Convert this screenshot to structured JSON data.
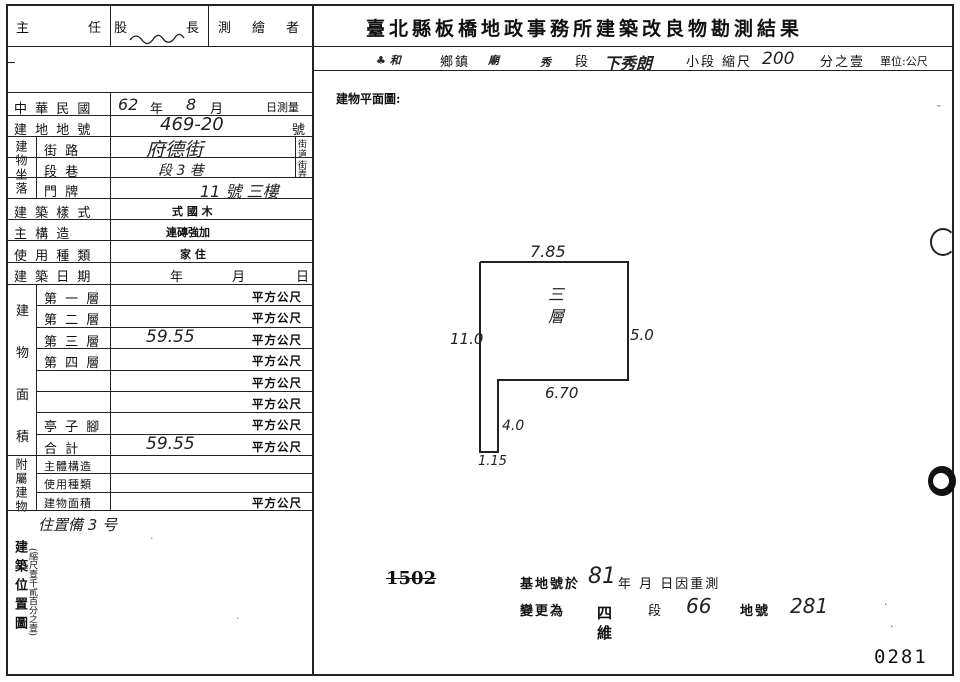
{
  "header": {
    "role_labels": [
      "主",
      "任",
      "股",
      "長",
      "測",
      "繪",
      "者"
    ],
    "supervisor_signature": "",
    "title": "臺北縣板橋地政事務所建築改良物勘測結果",
    "location_township": "鄉鎮",
    "location_section": "段",
    "location_subsection_name": "下秀朗",
    "location_subsection": "小段",
    "scale_label": "縮尺",
    "scale_value": "200",
    "scale_suffix": "分之壹",
    "unit_label": "單位:公尺"
  },
  "form": {
    "survey_date": {
      "label": "中 華 民 國",
      "year": "62",
      "year_label": "年",
      "month": "8",
      "month_label": "月",
      "day_label": "日測量"
    },
    "lot_number": {
      "label": "建 地 地 號",
      "value": "469-20",
      "suffix": "號"
    },
    "location": {
      "group_label": "建物坐落",
      "street": {
        "label": "街  路",
        "value": "府德街",
        "suffix_top": "街",
        "suffix_bottom": "道"
      },
      "lane": {
        "label": "段  巷",
        "value": "段 3 巷",
        "suffix_top": "街",
        "suffix_bottom": "弄"
      },
      "door": {
        "label": "門  牌",
        "value": "11 號 三樓"
      }
    },
    "style": {
      "label": "建 築 樣 式",
      "value": "式 國 木"
    },
    "structure": {
      "label": "主 構 造",
      "value": "連磚強加"
    },
    "usage": {
      "label": "使 用 種 類",
      "value": "家  住"
    },
    "build_date": {
      "label": "建 築 日 期",
      "year": "年",
      "month": "月",
      "day": "日"
    },
    "area": {
      "group_label": "建物面積",
      "unit": "平方公尺",
      "floors": [
        {
          "label": "第 一 層",
          "value": ""
        },
        {
          "label": "第 二 層",
          "value": ""
        },
        {
          "label": "第 三 層",
          "value": "59.55"
        },
        {
          "label": "第 四 層",
          "value": ""
        },
        {
          "label": "",
          "value": ""
        },
        {
          "label": "",
          "value": ""
        },
        {
          "label": "亭 子 腳",
          "value": ""
        },
        {
          "label": "合  計",
          "value": "59.55"
        }
      ]
    },
    "annex": {
      "group_label": "附屬建物",
      "rows": [
        {
          "label": "主體構造",
          "value": "",
          "unit": ""
        },
        {
          "label": "使用種類",
          "value": "",
          "unit": ""
        },
        {
          "label": "建物面積",
          "value": "",
          "unit": "平方公尺"
        }
      ]
    },
    "position_note": "住置備 3 号",
    "position_label": "建築位置圖",
    "position_sublabel": "(縮尺壹千貳百分之壹)"
  },
  "plan": {
    "label": "建物平面圖:",
    "floor_label": "三層",
    "dims": {
      "top": "7.85",
      "right": "5.0",
      "left": "11.0",
      "step": "6.70",
      "lower_right": "4.0",
      "bottom": "1.15"
    }
  },
  "footer": {
    "struck_number": "1502",
    "note1_prefix": "基地號於",
    "note1_year": "81",
    "note1_rest": "年  月  日因重測",
    "note2_prefix": "變更為",
    "note2_section_name": "四",
    "note2_section_label": "段",
    "note2_section_second": "維",
    "note2_lot": "66",
    "note2_lot_label": "地號",
    "note2_lot_value": "281",
    "page_number": "0281"
  }
}
